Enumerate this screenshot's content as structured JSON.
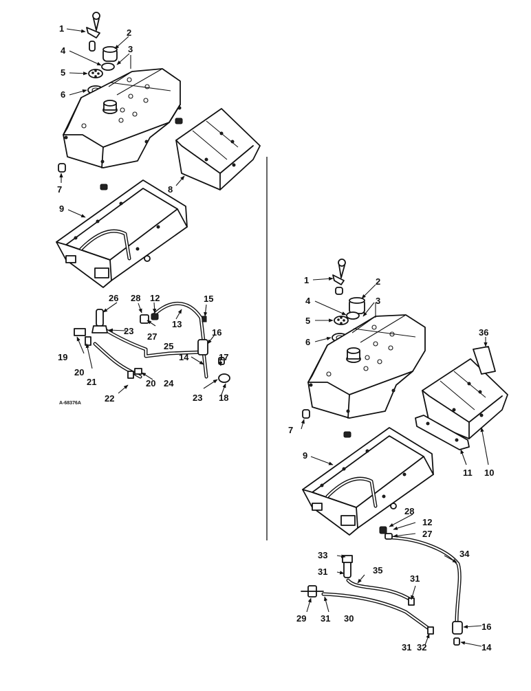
{
  "drawing_code": "A-68376A",
  "left_callouts": [
    "1",
    "2",
    "3",
    "4",
    "5",
    "6",
    "7",
    "8",
    "9",
    "12",
    "13",
    "14",
    "15",
    "16",
    "17",
    "18",
    "19",
    "20",
    "20",
    "21",
    "22",
    "23",
    "23",
    "24",
    "25",
    "26",
    "27",
    "28"
  ],
  "right_callouts": [
    "1",
    "2",
    "3",
    "4",
    "5",
    "6",
    "7",
    "9",
    "10",
    "11",
    "12",
    "14",
    "16",
    "27",
    "28",
    "29",
    "30",
    "31",
    "31",
    "31",
    "31",
    "32",
    "33",
    "34",
    "35",
    "36"
  ]
}
